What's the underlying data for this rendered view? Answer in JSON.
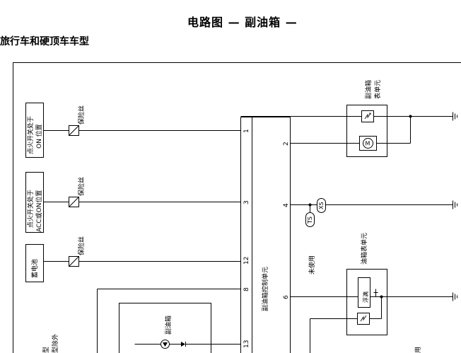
{
  "header": {
    "title": "电路图 — 副油箱 —",
    "subtitle": "旅行车和硬顶车车型"
  },
  "diagram": {
    "sources": {
      "ignition_on": [
        "点火开关处于",
        "ON 位置"
      ],
      "ignition_acc": [
        "点火开关处于",
        "ACC或ON位置"
      ],
      "battery": "蓄电池"
    },
    "fuse_label": "保险丝",
    "control_unit": "副油箱控制单元",
    "pins": [
      "1",
      "2",
      "3",
      "4",
      "12",
      "8",
      "6",
      "13"
    ],
    "gauge_unit_top": [
      "副油箱",
      "表单元"
    ],
    "fuel_gauge_unit": "油箱表单元",
    "float_label": "浮满",
    "unused": "未使用",
    "connectors": {
      "ts": "TS",
      "xs": "XS"
    },
    "sub_tank": "副油箱",
    "left_bottom_text": [
      "型",
      "型除外"
    ],
    "right_bottom_text": "用"
  }
}
